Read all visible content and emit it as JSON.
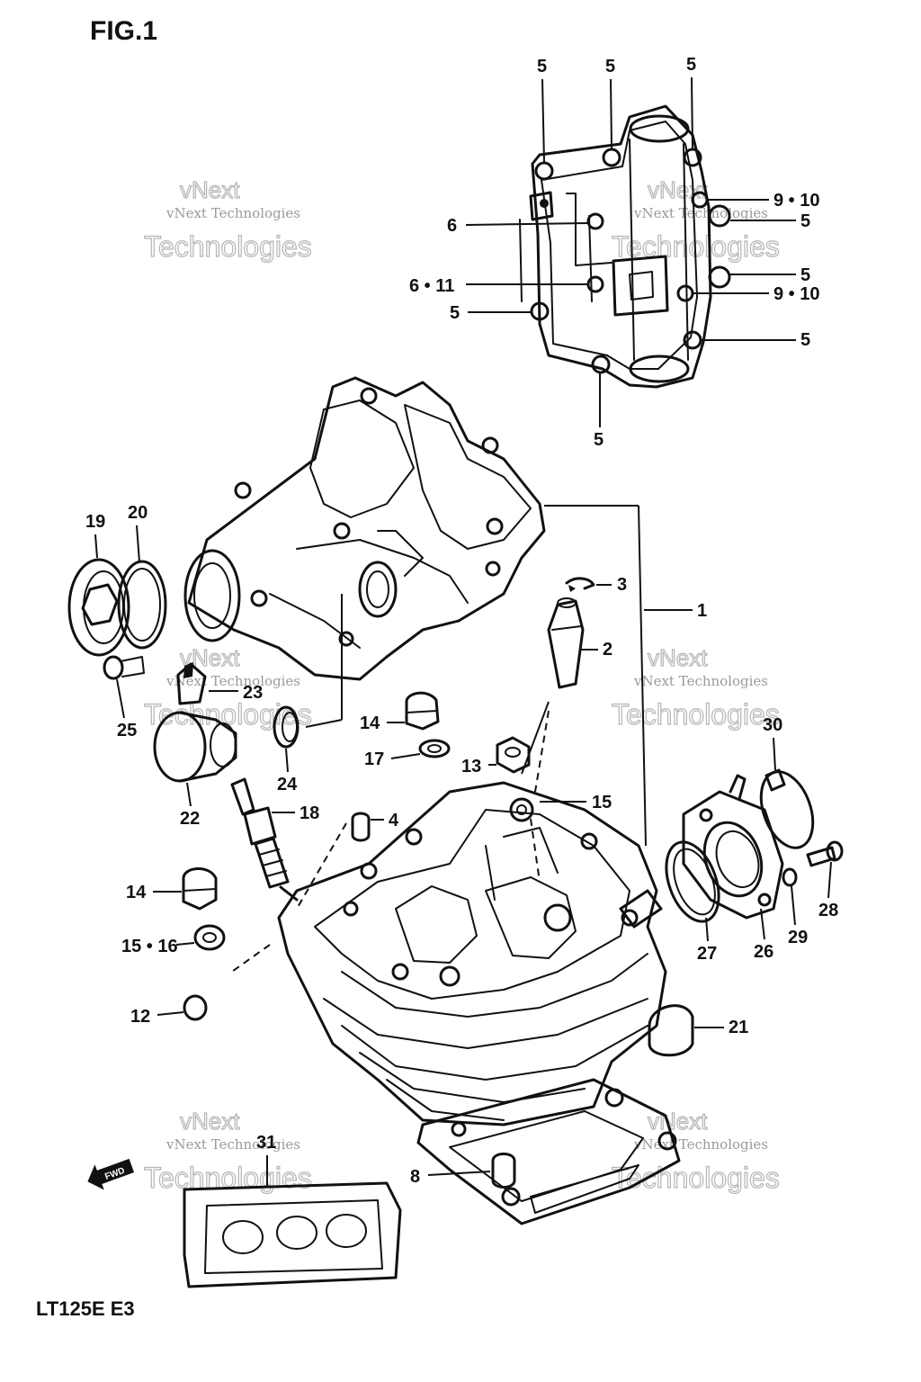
{
  "figure": {
    "title": "FIG.1",
    "model": "LT125E  E3"
  },
  "watermark": {
    "small": "vNext Technologies",
    "big_top": "vNext",
    "big_bottom": "Technologies"
  },
  "labels": {
    "l1": "1",
    "l2": "2",
    "l3": "3",
    "l4": "4",
    "l5a": "5",
    "l5b": "5",
    "l5c": "5",
    "l5d": "5",
    "l5e": "5",
    "l5f": "5",
    "l5g": "5",
    "l5h": "5",
    "l6": "6",
    "l6_11": "6 • 11",
    "l8": "8",
    "l9_10a": "9 • 10",
    "l9_10b": "9 • 10",
    "l12": "12",
    "l13": "13",
    "l14a": "14",
    "l14b": "14",
    "l15": "15",
    "l15_16": "15 • 16",
    "l17": "17",
    "l18": "18",
    "l19": "19",
    "l20": "20",
    "l21": "21",
    "l22": "22",
    "l23": "23",
    "l24": "24",
    "l25": "25",
    "l26": "26",
    "l27": "27",
    "l28": "28",
    "l29": "29",
    "l30": "30",
    "l31": "31"
  },
  "fwd_badge": "FWD"
}
